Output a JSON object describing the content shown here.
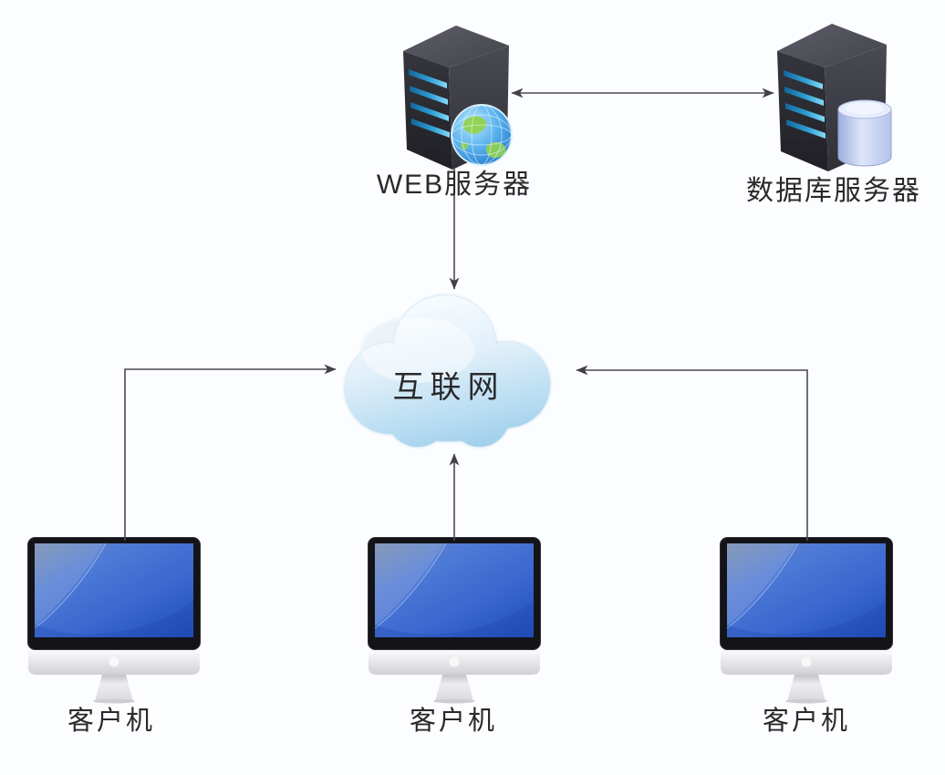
{
  "diagram": {
    "type": "network-topology",
    "background_color": "#fcfdff",
    "nodes": {
      "web_server": {
        "label": "WEB服务器",
        "kind": "server-tower",
        "icon": "globe-icon"
      },
      "db_server": {
        "label": "数据库服务器",
        "kind": "server-tower",
        "icon": "database-cylinder-icon"
      },
      "internet_cloud": {
        "label": "互联网",
        "kind": "cloud"
      },
      "client_left": {
        "label": "客户机",
        "kind": "desktop-computer"
      },
      "client_center": {
        "label": "客户机",
        "kind": "desktop-computer"
      },
      "client_right": {
        "label": "客户机",
        "kind": "desktop-computer"
      }
    },
    "edges": [
      {
        "from": "web_server",
        "to": "db_server",
        "arrows": "both",
        "shape": "straight"
      },
      {
        "from": "web_server",
        "to": "internet_cloud",
        "arrows": "end",
        "shape": "straight"
      },
      {
        "from": "client_left",
        "to": "internet_cloud",
        "arrows": "end",
        "shape": "elbow"
      },
      {
        "from": "client_center",
        "to": "internet_cloud",
        "arrows": "end",
        "shape": "straight"
      },
      {
        "from": "client_right",
        "to": "internet_cloud",
        "arrows": "end",
        "shape": "elbow"
      }
    ],
    "palette": {
      "arrow": "#4a4a52",
      "label_text": "#2a2a2c",
      "cloud_top": "#fcfeff",
      "cloud_bottom": "#a3d1ec",
      "server_face_left": "#26262d",
      "server_face_right": "#40404a",
      "server_slot_blue": "#3fa9dc",
      "globe_blue": "#2f8fdd",
      "globe_land_green": "#90d24f",
      "db_cylinder": "#ccd8f2",
      "screen_blue": "#3c68d0",
      "bezel_black": "#141418",
      "chin_silver": "#e4e4e8"
    }
  }
}
